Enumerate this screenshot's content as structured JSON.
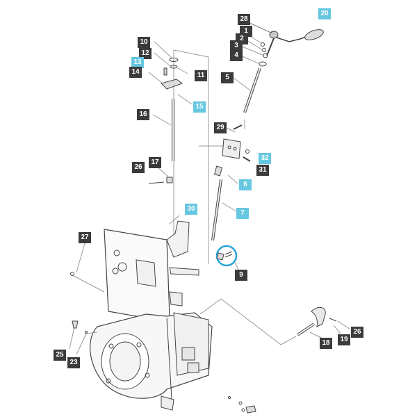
{
  "colors": {
    "dark_label": "#3b3b3b",
    "highlight_label": "#66c7e0",
    "highlight_ring": "#2aa3d8",
    "line": "#555555"
  },
  "callouts": [
    {
      "id": "p28",
      "text": "28",
      "style": "dark"
    },
    {
      "id": "p1",
      "text": "1",
      "style": "dark"
    },
    {
      "id": "p2",
      "text": "2",
      "style": "dark"
    },
    {
      "id": "p3",
      "text": "3",
      "style": "dark"
    },
    {
      "id": "p4",
      "text": "4",
      "style": "dark"
    },
    {
      "id": "p20",
      "text": "20",
      "style": "cyan"
    },
    {
      "id": "p10",
      "text": "10",
      "style": "dark"
    },
    {
      "id": "p12",
      "text": "12",
      "style": "dark"
    },
    {
      "id": "p13",
      "text": "13",
      "style": "cyan"
    },
    {
      "id": "p14",
      "text": "14",
      "style": "dark"
    },
    {
      "id": "p11",
      "text": "11",
      "style": "dark"
    },
    {
      "id": "p5",
      "text": "5",
      "style": "dark"
    },
    {
      "id": "p15",
      "text": "15",
      "style": "cyan"
    },
    {
      "id": "p16",
      "text": "16",
      "style": "dark"
    },
    {
      "id": "p29",
      "text": "29",
      "style": "dark"
    },
    {
      "id": "p32",
      "text": "32",
      "style": "cyan"
    },
    {
      "id": "p31",
      "text": "31",
      "style": "dark"
    },
    {
      "id": "p17",
      "text": "17",
      "style": "dark"
    },
    {
      "id": "p26a",
      "text": "26",
      "style": "dark"
    },
    {
      "id": "p6",
      "text": "6",
      "style": "cyan"
    },
    {
      "id": "p30",
      "text": "30",
      "style": "cyan"
    },
    {
      "id": "p7",
      "text": "7",
      "style": "cyan"
    },
    {
      "id": "p27",
      "text": "27",
      "style": "dark"
    },
    {
      "id": "p9",
      "text": "9",
      "style": "dark"
    },
    {
      "id": "p26b",
      "text": "26",
      "style": "dark"
    },
    {
      "id": "p19",
      "text": "19",
      "style": "dark"
    },
    {
      "id": "p18",
      "text": "18",
      "style": "dark"
    },
    {
      "id": "p25",
      "text": "25",
      "style": "dark"
    },
    {
      "id": "p23",
      "text": "23",
      "style": "dark"
    }
  ]
}
